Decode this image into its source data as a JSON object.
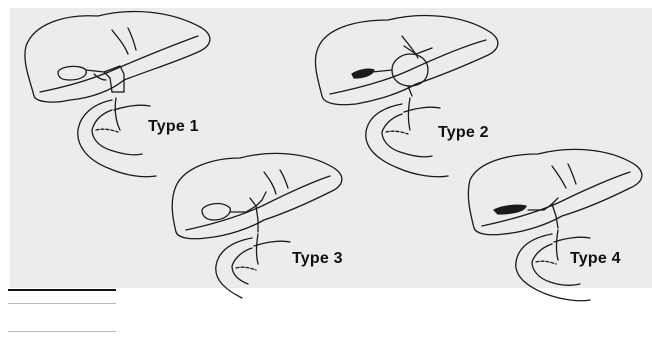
{
  "figure": {
    "panels": [
      {
        "id": "type1",
        "label": "Type 1"
      },
      {
        "id": "type2",
        "label": "Type 2"
      },
      {
        "id": "type3",
        "label": "Type 3"
      },
      {
        "id": "type4",
        "label": "Type 4"
      }
    ],
    "colors": {
      "background": "#ececec",
      "ink": "#1a1a1a",
      "rule_dark": "#111111",
      "rule_light": "#bbbbbb"
    }
  }
}
